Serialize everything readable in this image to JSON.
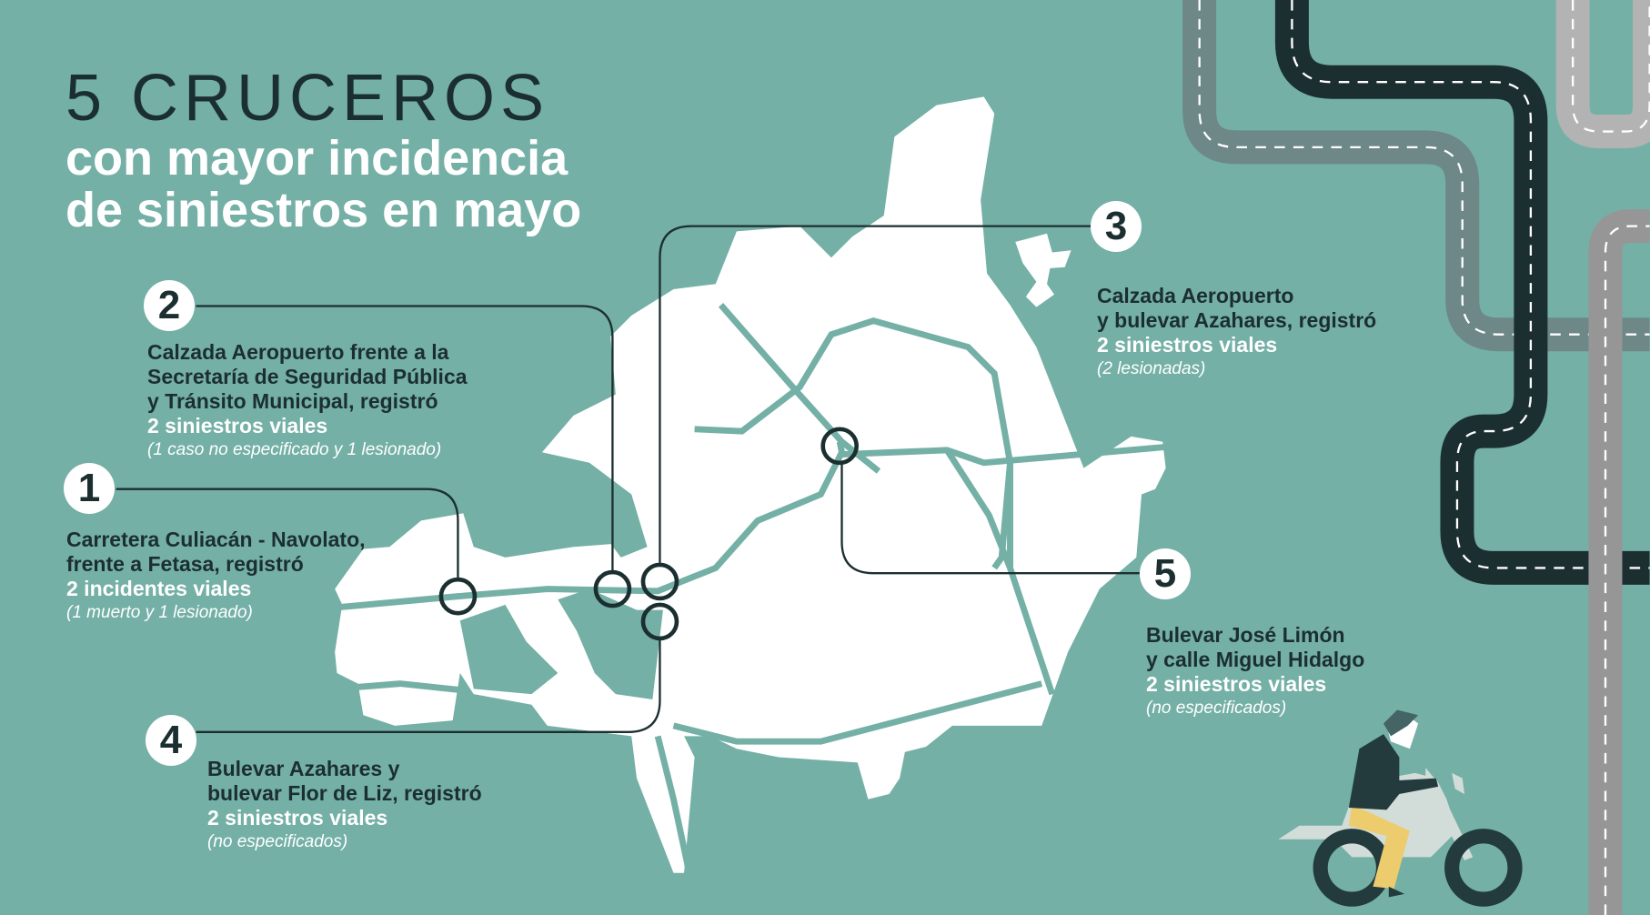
{
  "header": {
    "title_big": "5 CRUCEROS",
    "subtitle_line1": "con mayor incidencia",
    "subtitle_line2": "de siniestros en mayo"
  },
  "colors": {
    "background": "#74b0a6",
    "dark": "#1c2f30",
    "map_fill": "#ffffff",
    "road_dark": "#1c2f30",
    "road_slate": "#6d8887",
    "road_gray": "#969696",
    "road_light": "#b3b3b3",
    "rider_pants": "#edcc6e",
    "bike_body": "#d2dcd8"
  },
  "locations": [
    {
      "number": "1",
      "lines": [
        "Carretera Culiacán - Navolato,",
        "frente a Fetasa, registró"
      ],
      "count": "2 incidentes viales",
      "detail": "(1 muerto y 1 lesionado)"
    },
    {
      "number": "2",
      "lines": [
        "Calzada Aeropuerto frente a la",
        "Secretaría de Seguridad Pública",
        "y Tránsito Municipal, registró"
      ],
      "count": "2 siniestros viales",
      "detail": "(1 caso no especificado y 1 lesionado)"
    },
    {
      "number": "3",
      "lines": [
        "Calzada Aeropuerto",
        "y bulevar Azahares, registró"
      ],
      "count": "2 siniestros viales",
      "detail": "(2 lesionadas)"
    },
    {
      "number": "4",
      "lines": [
        "Bulevar Azahares y",
        "bulevar Flor de Liz, registró"
      ],
      "count": "2 siniestros viales",
      "detail": "(no especificados)"
    },
    {
      "number": "5",
      "lines": [
        "Bulevar José Limón",
        "y calle Miguel Hidalgo"
      ],
      "count": "2 siniestros viales",
      "detail": "(no especificados)"
    }
  ],
  "icons": {
    "map": "city-map-icon",
    "roads": "road-decoration-icon",
    "rider": "motorcycle-rider-icon",
    "marker": "intersection-circle-icon"
  }
}
